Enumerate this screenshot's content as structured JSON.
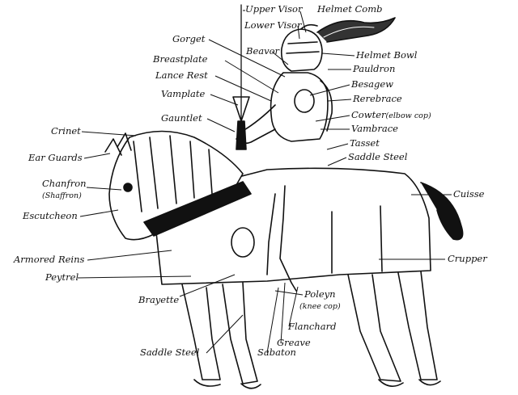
{
  "labels": {
    "upper_visor": "Upper Visor",
    "helmet_comb": "Helmet Comb",
    "lower_visor": "Lower Visor",
    "gorget": "Gorget",
    "beavor": "Beavor",
    "helmet_bowl": "Helmet Bowl",
    "breastplate": "Breastplate",
    "pauldron": "Pauldron",
    "lance_rest": "Lance Rest",
    "besagew": "Besagew",
    "vamplate": "Vamplate",
    "rerebrace": "Rerebrace",
    "cowter": "Cowter",
    "cowter_note": "(elbow cop)",
    "gauntlet": "Gauntlet",
    "vambrace": "Vambrace",
    "crinet": "Crinet",
    "tasset": "Tasset",
    "saddle_steel_top": "Saddle Steel",
    "ear_guards": "Ear Guards",
    "chanfron": "Chanfron",
    "chanfron_alt": "(Shaffron)",
    "cuisse": "Cuisse",
    "escutcheon": "Escutcheon",
    "armored_reins": "Armored Reins",
    "crupper": "Crupper",
    "peytrel": "Peytrel",
    "poleyn": "Poleyn",
    "poleyn_note": "(knee cop)",
    "brayette": "Brayette",
    "flanchard": "Flanchard",
    "greave": "Greave",
    "saddle_steel_bottom": "Saddle Steel",
    "sabaton": "Sabaton"
  }
}
